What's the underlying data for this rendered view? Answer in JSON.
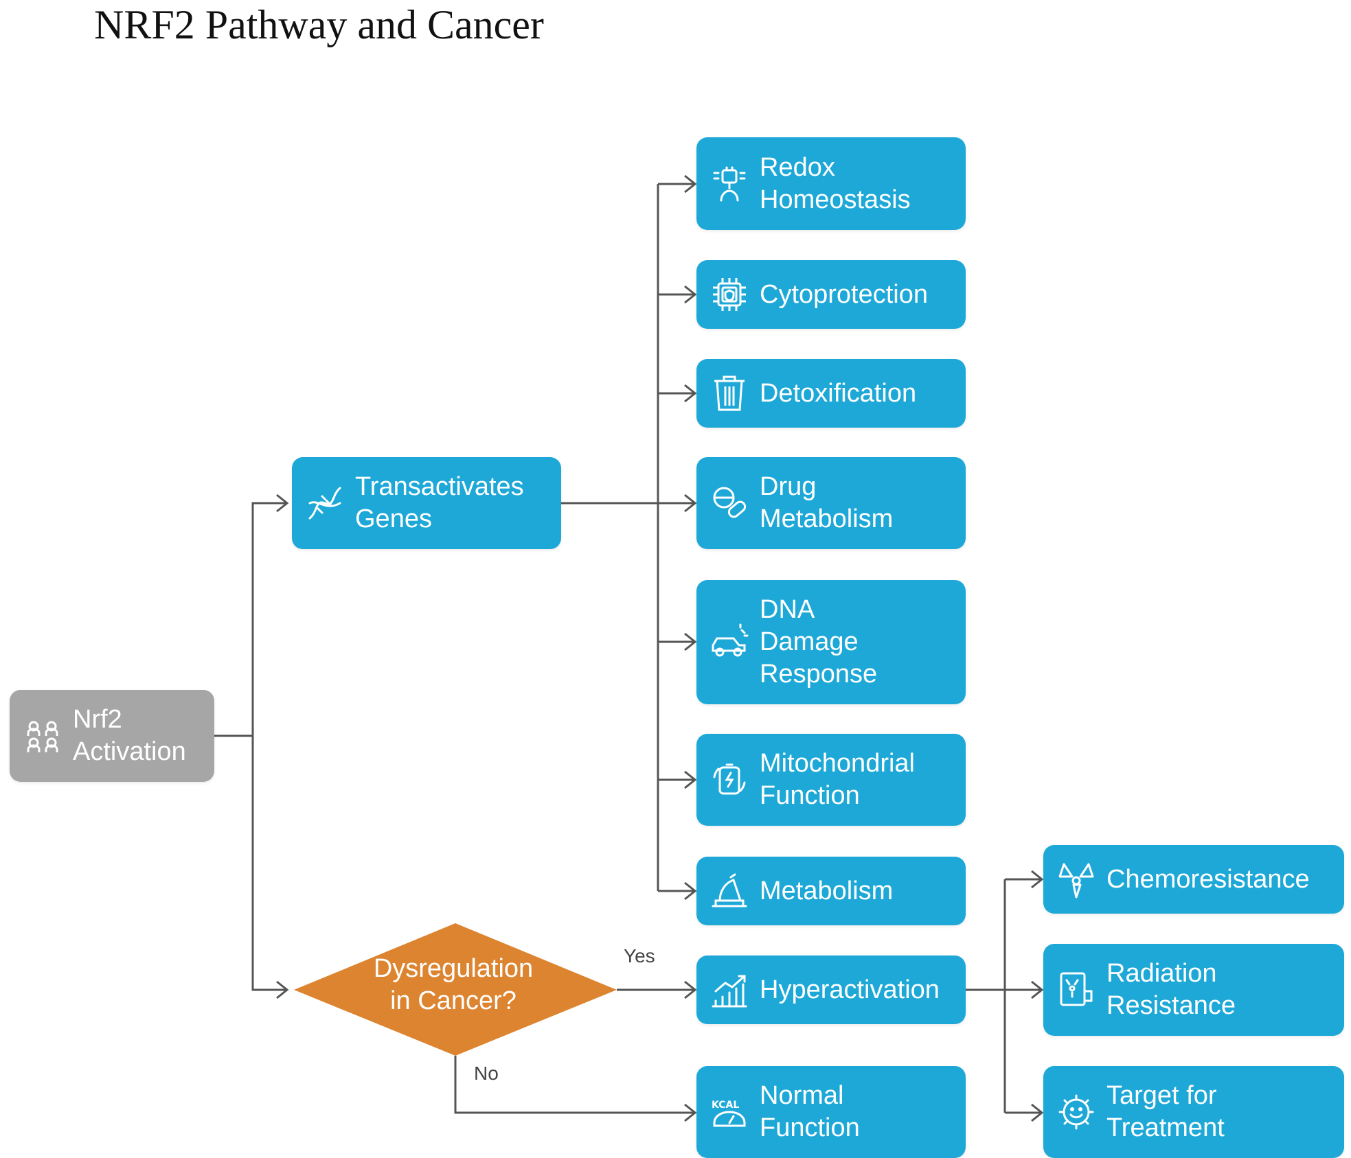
{
  "title": "NRF2 Pathway and Cancer",
  "colors": {
    "node": "#1ea8d7",
    "root": "#a6a6a6",
    "decision": "#dd8430",
    "connector": "#555555"
  },
  "nodes": {
    "nrf2": {
      "label": "Nrf2\nActivation",
      "icon": "people-group-icon"
    },
    "transactivates": {
      "label": "Transactivates\nGenes",
      "icon": "dna-icon"
    },
    "decision": {
      "label": "Dysregulation\nin Cancer?"
    },
    "redox": {
      "label": "Redox\nHomeostasis",
      "icon": "balance-figure-icon"
    },
    "cytoprotection": {
      "label": "Cytoprotection",
      "icon": "chip-shield-icon"
    },
    "detox": {
      "label": "Detoxification",
      "icon": "trash-can-icon"
    },
    "drug": {
      "label": "Drug\nMetabolism",
      "icon": "pills-icon"
    },
    "dna": {
      "label": "DNA\nDamage\nResponse",
      "icon": "damaged-car-icon"
    },
    "mito": {
      "label": "Mitochondrial\nFunction",
      "icon": "battery-cycle-icon"
    },
    "metabolism": {
      "label": "Metabolism",
      "icon": "scale-icon"
    },
    "hyper": {
      "label": "Hyperactivation",
      "icon": "bar-chart-up-icon"
    },
    "normal": {
      "label": "Normal\nFunction",
      "icon": "kcal-scale-icon"
    },
    "chemo": {
      "label": "Chemoresistance",
      "icon": "radiation-icon"
    },
    "radiation": {
      "label": "Radiation\nResistance",
      "icon": "radiation-doc-icon"
    },
    "target": {
      "label": "Target for\nTreatment",
      "icon": "smile-gear-icon"
    }
  },
  "edges": {
    "yes": "Yes",
    "no": "No"
  }
}
